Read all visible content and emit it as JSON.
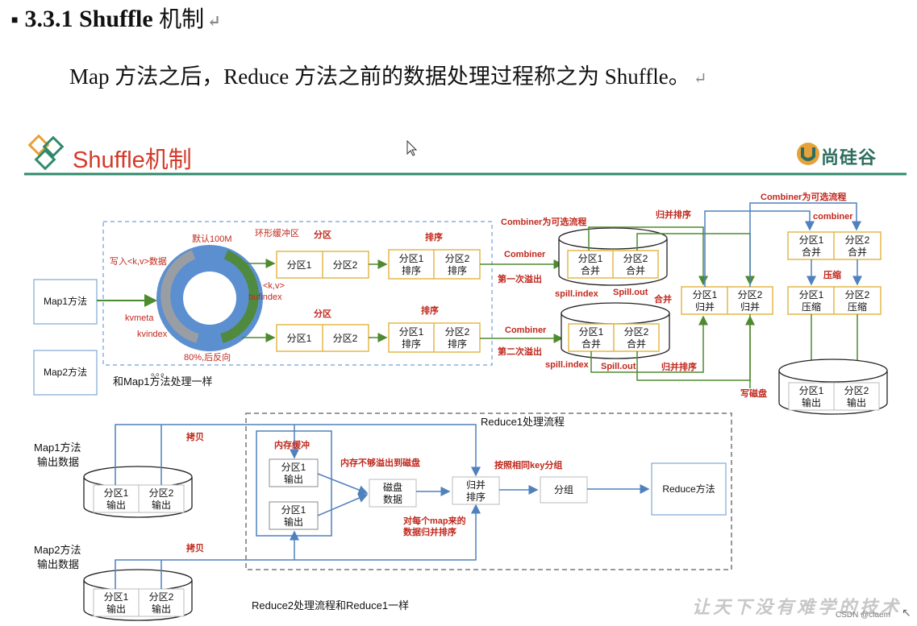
{
  "heading": {
    "number": "3.3.1 Shuffle",
    "cn": "机制",
    "mark": "↵"
  },
  "para": {
    "text": "Map 方法之后，Reduce 方法之前的数据处理过程称之为 Shuffle。",
    "mark": "↵"
  },
  "slide": {
    "title": "Shuffle机制",
    "brand": "尚硅谷",
    "brand_icon": "u-logo-icon"
  },
  "map_phase": {
    "map1": "Map1方法",
    "map2": "Map2方法",
    "same_note": "和Map1方法处理一样",
    "default_size": "默认100M",
    "ring_buffer": "环形缓冲区",
    "write_kv": "写入<k,v>数据",
    "kv": "<k,v>",
    "bufindex": "bufindex",
    "kvmeta": "kvmeta",
    "kvindex": "kvindex",
    "reverse": "80%,后反向",
    "partition": "分区",
    "sort": "排序",
    "part1": "分区1",
    "part2": "分区2",
    "part1_sort": [
      "分区1",
      "排序"
    ],
    "part2_sort": [
      "分区2",
      "排序"
    ],
    "combiner_optional": "Combiner为可选流程",
    "combiner": "Combiner",
    "spill1": "第一次溢出",
    "spill2": "第二次溢出",
    "merge_sort": "归并排序",
    "merge": "合并",
    "spill_index": "spill.index",
    "spill_out": "Spill.out",
    "part1_merge": [
      "分区1",
      "合并"
    ],
    "part2_merge": [
      "分区2",
      "合并"
    ],
    "part1_gmerge": [
      "分区1",
      "归并"
    ],
    "part2_gmerge": [
      "分区2",
      "归并"
    ],
    "combiner_lower": "combiner",
    "compress": "压缩",
    "part1_compress": [
      "分区1",
      "压缩"
    ],
    "part2_compress": [
      "分区2",
      "压缩"
    ],
    "write_disk": "写磁盘",
    "part1_out": [
      "分区1",
      "输出"
    ],
    "part2_out": [
      "分区2",
      "输出"
    ]
  },
  "reduce_phase": {
    "map1_output": [
      "Map1方法",
      "输出数据"
    ],
    "map2_output": [
      "Map2方法",
      "输出数据"
    ],
    "copy": "拷贝",
    "reduce1_flow": "Reduce1处理流程",
    "mem_buffer": "内存缓冲",
    "part1_out": [
      "分区1",
      "输出"
    ],
    "part2_out": [
      "分区2",
      "输出"
    ],
    "mem_spill": "内存不够溢出到磁盘",
    "disk_data": [
      "磁盘",
      "数据"
    ],
    "merge_sort": [
      "归并",
      "排序"
    ],
    "group_by_key": "按照相同key分组",
    "group": "分组",
    "reduce_method": "Reduce方法",
    "per_map_merge": [
      "对每个map来的",
      "数据归并排序"
    ],
    "reduce2_note": "Reduce2处理流程和Reduce1一样"
  },
  "footer": {
    "watermark": "让天下没有难学的技术",
    "credit": "CSDN @claem"
  },
  "colors": {
    "title_red": "#d43a2a",
    "label_red": "#c0281d",
    "green": "#2f8a6b",
    "blue_ring": "#5b8fd0",
    "box_yellow": "#e2b84a",
    "arrow_green": "#4e8a2e",
    "arrow_blue": "#4f81bd"
  }
}
